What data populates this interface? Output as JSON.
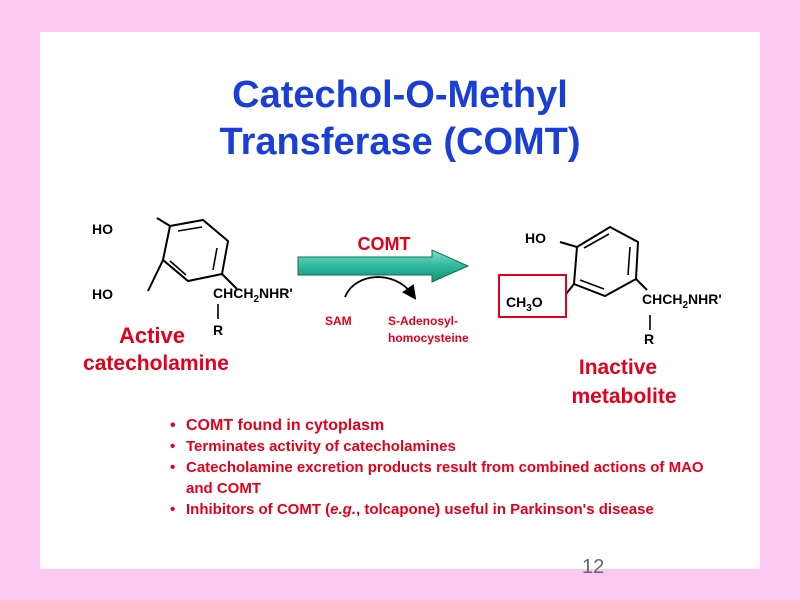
{
  "title": {
    "line1": "Catechol-O-Methyl",
    "line2": "Transferase (COMT)"
  },
  "reaction": {
    "enzyme": "COMT",
    "cofactor": "SAM",
    "byproduct_line1": "S-Adenosyl-",
    "byproduct_line2": "homocysteine"
  },
  "reactant": {
    "ho_top": "HO",
    "ho_bottom": "HO",
    "side_chain": "CHCH2NHR'",
    "r_group": "R",
    "caption_line1": "Active",
    "caption_line2": "catecholamine"
  },
  "product": {
    "ho_top": "HO",
    "methoxy": "CH3O",
    "side_chain": "CHCH2NHR'",
    "r_group": "R",
    "caption_line1": "Inactive",
    "caption_line2": "metabolite"
  },
  "bullets": [
    "COMT found in cytoplasm",
    "Terminates activity of catecholamines",
    "Catecholamine excretion products result from combined actions of MAO and COMT",
    "Inhibitors of COMT (e.g., tolcapone) useful in Parkinson's disease"
  ],
  "page_number": "12",
  "colors": {
    "background": "#fbc8f3",
    "title": "#1a3fd6",
    "accent_red": "#e3001b",
    "arrow_teal": "#2fb89a"
  }
}
